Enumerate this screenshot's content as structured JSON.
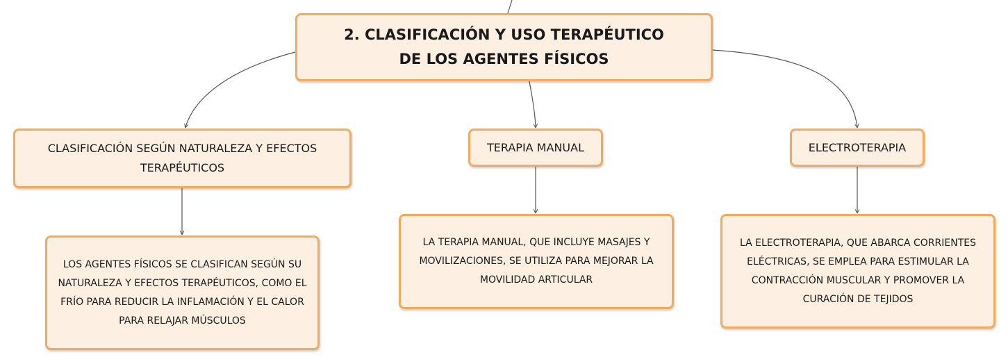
{
  "root": {
    "title": "2. CLASIFICACIÓN Y USO TERAPÉUTICO DE LOS AGENTES FÍSICOS"
  },
  "branches": [
    {
      "label": "CLASIFICACIÓN SEGÚN NATURALEZA Y EFECTOS TERAPÉUTICOS",
      "detail": "LOS AGENTES FÍSICOS SE CLASIFICAN SEGÚN SU NATURALEZA Y EFECTOS TERAPÉUTICOS, COMO EL FRÍO PARA REDUCIR LA INFLAMACIÓN Y EL CALOR PARA RELAJAR MÚSCULOS"
    },
    {
      "label": "TERAPIA MANUAL",
      "detail": "LA TERAPIA MANUAL, QUE INCLUYE MASAJES Y MOVILIZACIONES, SE UTILIZA PARA MEJORAR LA MOVILIDAD ARTICULAR"
    },
    {
      "label": "ELECTROTERAPIA",
      "detail": "LA ELECTROTERAPIA, QUE ABARCA CORRIENTES ELÉCTRICAS, SE EMPLEA PARA ESTIMULAR LA CONTRACCIÓN MUSCULAR Y PROMOVER LA CURACIÓN DE TEJIDOS"
    }
  ],
  "colors": {
    "node_fill": "#fdf0e3",
    "node_border": "#f0ac5c",
    "connector": "#555555"
  }
}
